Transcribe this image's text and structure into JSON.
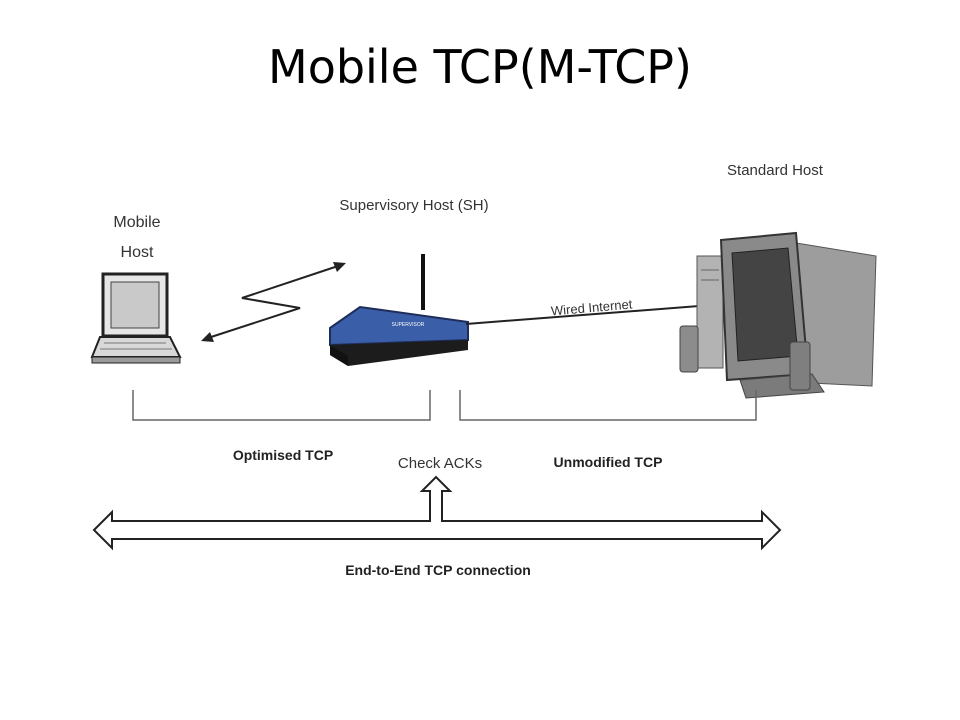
{
  "slide": {
    "title": "Mobile TCP(M-TCP)"
  },
  "diagram": {
    "nodes": {
      "mobile_host": {
        "line1": "Mobile",
        "line2": "Host"
      },
      "supervisory_host": {
        "label": "Supervisory Host (SH)",
        "device_text": "SUPERVISOR"
      },
      "standard_host": {
        "label": "Standard Host"
      }
    },
    "links": {
      "wired": {
        "label": "Wired Internet"
      }
    },
    "segments": {
      "optimised": {
        "label": "Optimised TCP"
      },
      "unmodified": {
        "label": "Unmodified TCP"
      },
      "check_acks": {
        "label": "Check ACKs"
      },
      "end_to_end": {
        "label": "End-to-End TCP connection"
      }
    }
  },
  "colors": {
    "router_blue": "#3a5ea8",
    "router_dark": "#1e2d5a",
    "line": "#222222",
    "bracket": "#666666"
  }
}
